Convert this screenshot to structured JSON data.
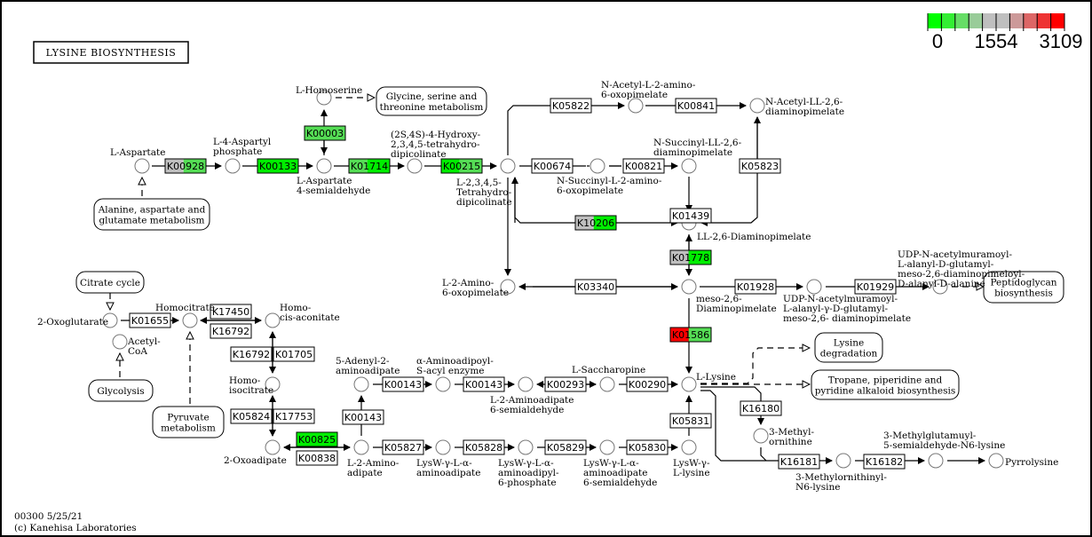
{
  "title": "LYSINE BIOSYNTHESIS",
  "footer": {
    "line1": "00300 5/25/21",
    "line2": "(c) Kanehisa Laboratories"
  },
  "legend": {
    "min_label": "0",
    "mid_label": "1554",
    "max_label": "3109",
    "colors": [
      "#00ff00",
      "#33ee33",
      "#66dd66",
      "#99cc99",
      "#bfbfbf",
      "#bfbfbf",
      "#cc9999",
      "#dd6666",
      "#ee3333",
      "#ff0000"
    ]
  },
  "colors": {
    "green": "#00ee00",
    "light_green": "#55dd55",
    "gray": "#bfbfbf",
    "red": "#ff0000",
    "white": "#ffffff"
  },
  "enzymes": [
    {
      "id": "K00928",
      "fill": [
        "gray",
        "light_green"
      ]
    },
    {
      "id": "K00133",
      "fill": [
        "green"
      ]
    },
    {
      "id": "K00003",
      "fill": [
        "light_green"
      ]
    },
    {
      "id": "K01714",
      "fill": [
        "light_green",
        "green"
      ]
    },
    {
      "id": "K00215",
      "fill": [
        "green",
        "light_green"
      ]
    },
    {
      "id": "K05822",
      "fill": [
        "white"
      ]
    },
    {
      "id": "K00841",
      "fill": [
        "white"
      ]
    },
    {
      "id": "K00674",
      "fill": [
        "white"
      ]
    },
    {
      "id": "K00821",
      "fill": [
        "white"
      ]
    },
    {
      "id": "K05823",
      "fill": [
        "white"
      ]
    },
    {
      "id": "K01439",
      "fill": [
        "white"
      ]
    },
    {
      "id": "K10206",
      "fill": [
        "gray",
        "green"
      ]
    },
    {
      "id": "K01778",
      "fill": [
        "gray",
        "green"
      ]
    },
    {
      "id": "K03340",
      "fill": [
        "white"
      ]
    },
    {
      "id": "K01928",
      "fill": [
        "white"
      ]
    },
    {
      "id": "K01929",
      "fill": [
        "white"
      ]
    },
    {
      "id": "K01586",
      "fill": [
        "red",
        "light_green"
      ]
    },
    {
      "id": "K01655",
      "fill": [
        "white"
      ]
    },
    {
      "id": "K17450",
      "fill": [
        "white"
      ]
    },
    {
      "id": "K16792",
      "fill": [
        "white"
      ]
    },
    {
      "id": "K16792b",
      "label": "K16792",
      "fill": [
        "white"
      ]
    },
    {
      "id": "K01705",
      "fill": [
        "white"
      ]
    },
    {
      "id": "K05824",
      "fill": [
        "white"
      ]
    },
    {
      "id": "K17753",
      "fill": [
        "white"
      ]
    },
    {
      "id": "K00825",
      "fill": [
        "green"
      ]
    },
    {
      "id": "K00838",
      "fill": [
        "white"
      ]
    },
    {
      "id": "K00143a",
      "label": "K00143",
      "fill": [
        "white"
      ]
    },
    {
      "id": "K00143b",
      "label": "K00143",
      "fill": [
        "white"
      ]
    },
    {
      "id": "K00143c",
      "label": "K00143",
      "fill": [
        "white"
      ]
    },
    {
      "id": "K00293",
      "fill": [
        "white"
      ]
    },
    {
      "id": "K00290",
      "fill": [
        "white"
      ]
    },
    {
      "id": "K05827",
      "fill": [
        "white"
      ]
    },
    {
      "id": "K05828",
      "fill": [
        "white"
      ]
    },
    {
      "id": "K05829",
      "fill": [
        "white"
      ]
    },
    {
      "id": "K05830",
      "fill": [
        "white"
      ]
    },
    {
      "id": "K05831",
      "fill": [
        "white"
      ]
    },
    {
      "id": "K16180",
      "fill": [
        "white"
      ]
    },
    {
      "id": "K16181",
      "fill": [
        "white"
      ]
    },
    {
      "id": "K16182",
      "fill": [
        "white"
      ]
    }
  ],
  "compounds": [
    [
      "L-Aspartate"
    ],
    [
      "L-4-Aspartyl",
      "phosphate"
    ],
    [
      "L-Homoserine"
    ],
    [
      "L-Aspartate",
      "4-semialdehyde"
    ],
    [
      "(2S,4S)-4-Hydroxy-",
      "2,3,4,5-tetrahydro-",
      "dipicolinate"
    ],
    [
      "L-2,3,4,5-",
      "Tetrahydro-",
      "dipicolinate"
    ],
    [
      "N-Acetyl-L-2-amino-",
      "6-oxopimelate"
    ],
    [
      "N-Acetyl-LL-2,6-",
      "diaminopimelate"
    ],
    [
      "N-Succinyl-LL-2,6-",
      "diaminopimelate"
    ],
    [
      "N-Succinyl-L-2-amino-",
      "6-oxopimelate"
    ],
    [
      "LL-2,6-Diaminopimelate"
    ],
    [
      "L-2-Amino-",
      "6-oxopimelate"
    ],
    [
      "meso-2,6-",
      "Diaminopimelate"
    ],
    [
      "UDP-N-acetylmuramoyl-",
      "L-alanyl-γ-D-glutamyl-",
      "meso-2,6- diaminopimelate"
    ],
    [
      "UDP-N-acetylmuramoyl-",
      "L-alanyl-D-glutamyl-",
      "meso-2,6-diaminopimeloyl-",
      "D-alanyl-D-alanine"
    ],
    [
      "2-Oxoglutarate"
    ],
    [
      "Acetyl-",
      "CoA"
    ],
    [
      "Homocitrate"
    ],
    [
      "Homo-",
      "cis-aconitate"
    ],
    [
      "Homo-",
      "isocitrate"
    ],
    [
      "2-Oxoadipate"
    ],
    [
      "5-Adenyl-2-",
      "aminoadipate"
    ],
    [
      "α-Aminoadipoyl-",
      "S-acyl enzyme"
    ],
    [
      "L-2-Aminoadipate",
      "6-semialdehyde"
    ],
    [
      "L-Saccharopine"
    ],
    [
      "L-Lysine"
    ],
    [
      "L-2-Amino-",
      "adipate"
    ],
    [
      "LysW-γ-L-α-",
      "aminoadipate"
    ],
    [
      "LysW-γ-L-α-",
      "aminoadipyl-",
      "6-phosphate"
    ],
    [
      "LysW-γ-L-α-",
      "aminoadipate",
      "6-semialdehyde"
    ],
    [
      "LysW-γ-",
      "L-lysine"
    ],
    [
      "3-Methyl-",
      "ornithine"
    ],
    [
      "3-Methylornithinyl-",
      "N6-lysine"
    ],
    [
      "3-Methylglutamuyl-",
      "5-semialdehyde-N6-lysine"
    ],
    [
      "Pyrrolysine"
    ]
  ],
  "maps": [
    [
      "Glycine, serine and",
      "threonine metabolism"
    ],
    [
      "Alanine, aspartate and",
      "glutamate metabolism"
    ],
    [
      "Citrate cycle"
    ],
    [
      "Glycolysis"
    ],
    [
      "Pyruvate",
      "metabolism"
    ],
    [
      "Peptidoglycan",
      "biosynthesis"
    ],
    [
      "Lysine",
      "degradation"
    ],
    [
      "Tropane, piperidine and",
      "pyridine alkaloid biosynthesis"
    ]
  ]
}
